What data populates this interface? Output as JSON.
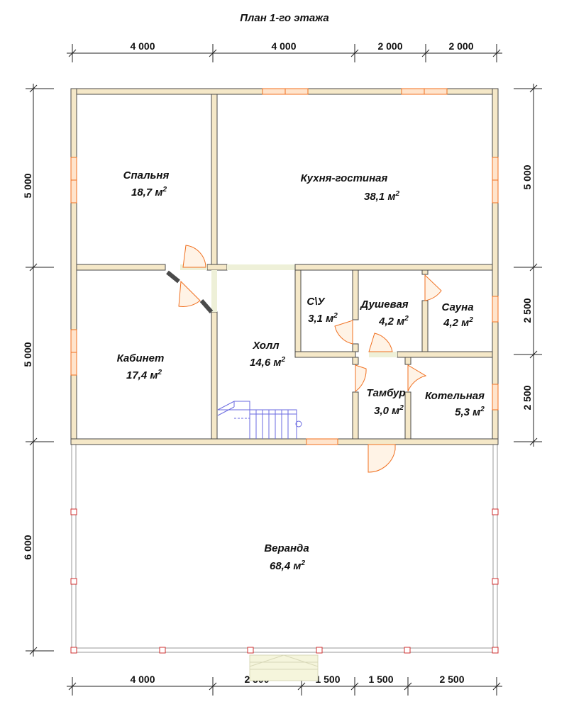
{
  "title": "План 1-го этажа",
  "rooms": {
    "bedroom": {
      "name": "Спальня",
      "area": "18,7 м",
      "unit_sup": "2"
    },
    "kitchen": {
      "name": "Кухня-гостиная",
      "area": "38,1 м",
      "unit_sup": "2"
    },
    "wc": {
      "name": "С\\У",
      "area": "3,1 м",
      "unit_sup": "2"
    },
    "shower": {
      "name": "Душевая",
      "area": "4,2 м",
      "unit_sup": "2"
    },
    "sauna": {
      "name": "Сауна",
      "area": "4,2 м",
      "unit_sup": "2"
    },
    "office": {
      "name": "Кабинет",
      "area": "17,4 м",
      "unit_sup": "2"
    },
    "hall": {
      "name": "Холл",
      "area": "14,6 м",
      "unit_sup": "2"
    },
    "vestibule": {
      "name": "Тамбур",
      "area": "3,0 м",
      "unit_sup": "2"
    },
    "boiler": {
      "name": "Котельная",
      "area": "5,3 м",
      "unit_sup": "2"
    },
    "veranda": {
      "name": "Веранда",
      "area": "68,4 м",
      "unit_sup": "2"
    }
  },
  "dimensions": {
    "top": [
      "4 000",
      "4 000",
      "2 000",
      "2 000"
    ],
    "bottom": [
      "4 000",
      "2 500",
      "1 500",
      "1 500",
      "2 500"
    ],
    "left": [
      "5 000",
      "5 000",
      "6 000"
    ],
    "right": [
      "5 000",
      "2 500",
      "2 500"
    ]
  },
  "colors": {
    "wall_fill": "#f5e8c8",
    "window": "#f07020",
    "post": "#d03030",
    "stair": "#6a6ae0"
  }
}
